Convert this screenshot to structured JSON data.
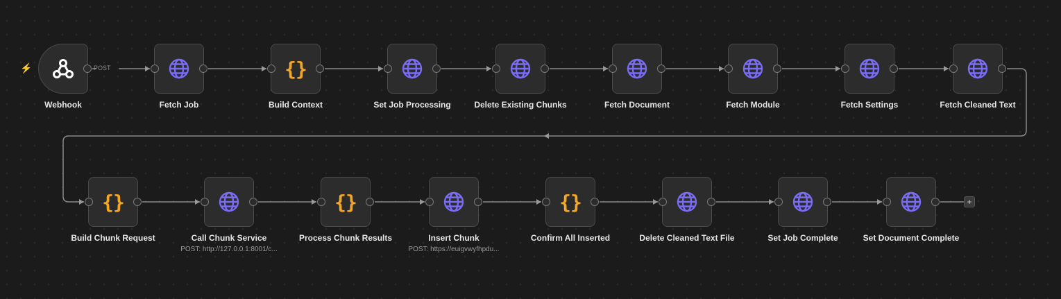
{
  "trigger_icon": "lightning-bolt-icon",
  "connection_label": "POST",
  "accent_colors": {
    "http": "#7b6cf6",
    "code": "#f5a623",
    "trigger": "#ff6b4a"
  },
  "nodes": [
    {
      "name": "Webhook",
      "type": "webhook",
      "icon": "webhook-icon"
    },
    {
      "name": "Fetch Job",
      "type": "http",
      "icon": "globe-icon"
    },
    {
      "name": "Build Context",
      "type": "code",
      "icon": "braces-icon"
    },
    {
      "name": "Set Job Processing",
      "type": "http",
      "icon": "globe-icon"
    },
    {
      "name": "Delete Existing Chunks",
      "type": "http",
      "icon": "globe-icon"
    },
    {
      "name": "Fetch Document",
      "type": "http",
      "icon": "globe-icon"
    },
    {
      "name": "Fetch Module",
      "type": "http",
      "icon": "globe-icon"
    },
    {
      "name": "Fetch Settings",
      "type": "http",
      "icon": "globe-icon"
    },
    {
      "name": "Fetch Cleaned Text",
      "type": "http",
      "icon": "globe-icon"
    },
    {
      "name": "Build Chunk Request",
      "type": "code",
      "icon": "braces-icon"
    },
    {
      "name": "Call Chunk Service",
      "type": "http",
      "icon": "globe-icon",
      "subtitle": "POST: http://127.0.0.1:8001/c..."
    },
    {
      "name": "Process Chunk Results",
      "type": "code",
      "icon": "braces-icon"
    },
    {
      "name": "Insert Chunk",
      "type": "http",
      "icon": "globe-icon",
      "subtitle": "POST: https://euigvwyfhpdu..."
    },
    {
      "name": "Confirm All Inserted",
      "type": "code",
      "icon": "braces-icon"
    },
    {
      "name": "Delete Cleaned Text File",
      "type": "http",
      "icon": "globe-icon"
    },
    {
      "name": "Set Job Complete",
      "type": "http",
      "icon": "globe-icon"
    },
    {
      "name": "Set Document Complete",
      "type": "http",
      "icon": "globe-icon"
    }
  ],
  "add_node_label": "+"
}
